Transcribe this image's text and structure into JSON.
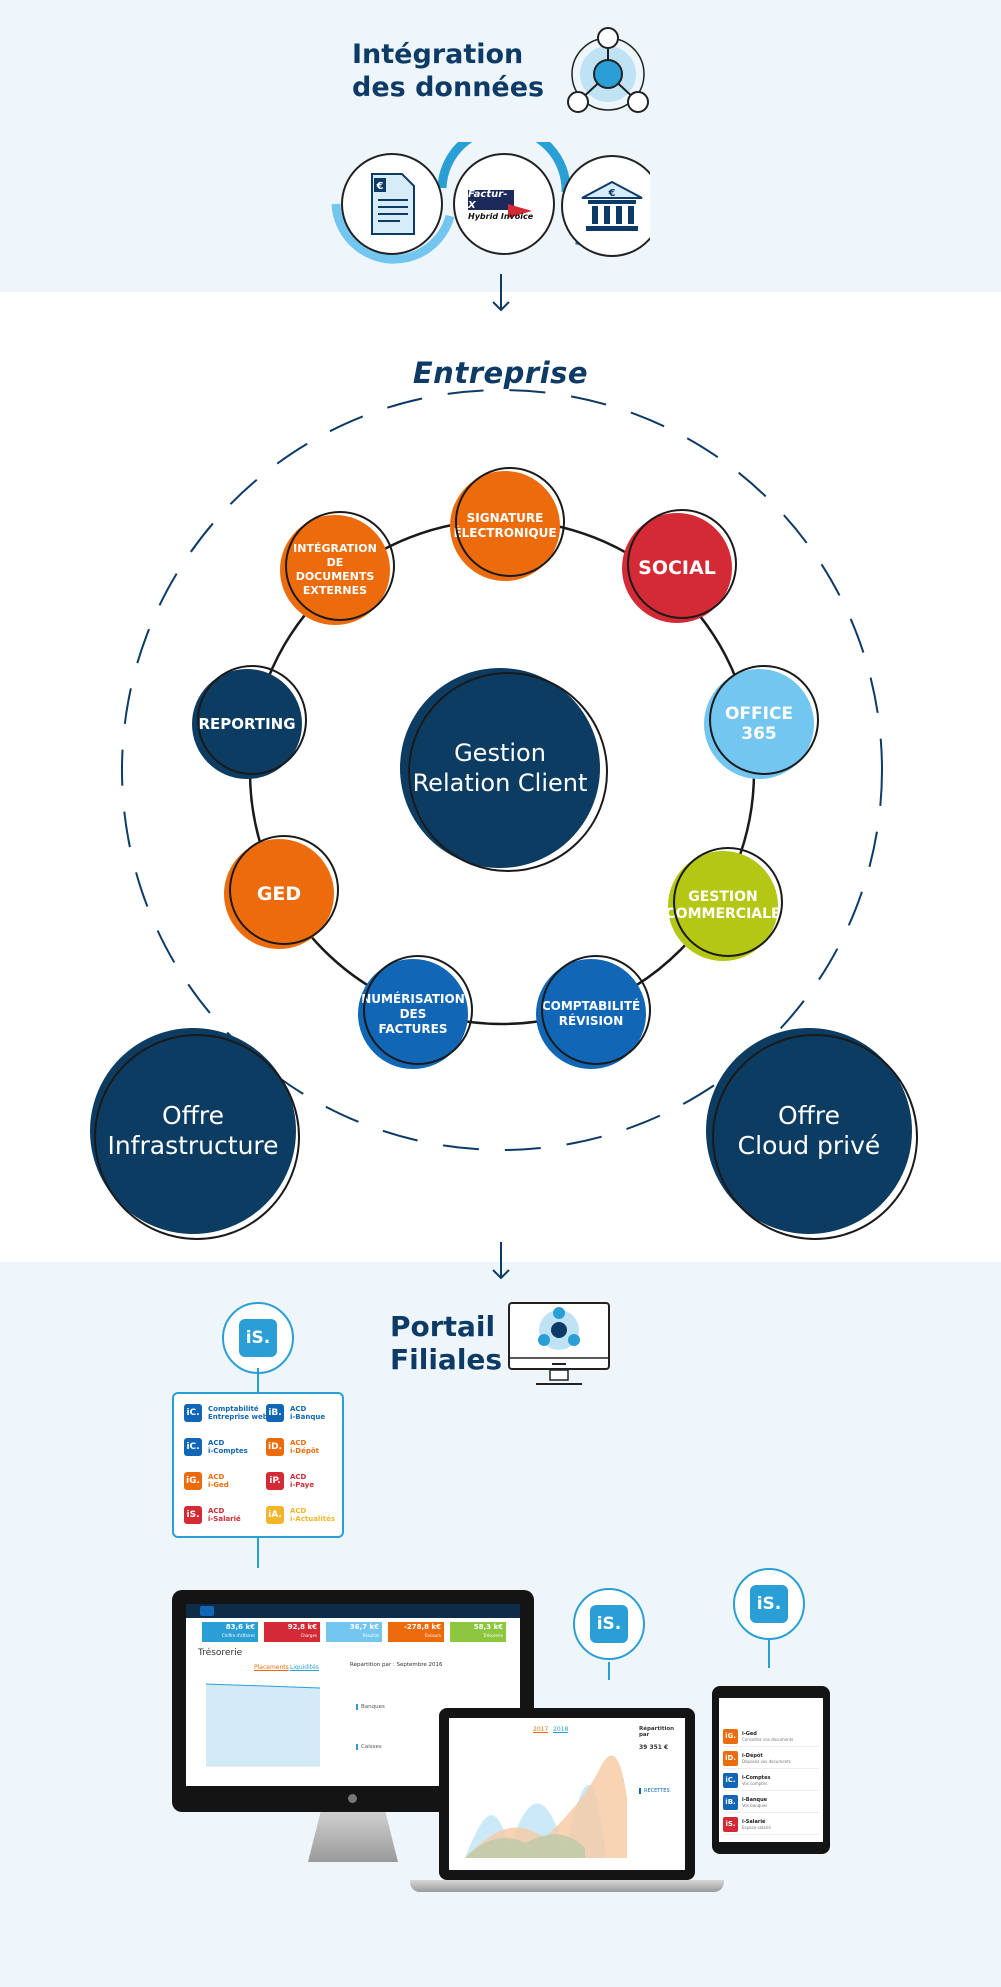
{
  "colors": {
    "navy": "#0d3b66",
    "lightbg": "#eef6fb",
    "orange": "#ec6c0d",
    "red": "#d32a35",
    "sky": "#73c6ef",
    "lime": "#b3c714",
    "blue": "#1166b5",
    "darknavy": "#0c3c62"
  },
  "top": {
    "title_line1": "Intégration",
    "title_line2": "des données",
    "facturx_brand": "Factur-X",
    "facturx_sub": "Hybrid Invoice",
    "euro": "€"
  },
  "middle": {
    "title": "Entreprise",
    "center_line1": "Gestion",
    "center_line2": "Relation Client",
    "nodes": [
      {
        "line1": "SIGNATURE",
        "line2": "ÉLECTRONIQUE",
        "line3": ""
      },
      {
        "line1": "SOCIAL",
        "line2": "",
        "line3": ""
      },
      {
        "line1": "OFFICE",
        "line2": "365",
        "line3": ""
      },
      {
        "line1": "GESTION",
        "line2": "COMMERCIALE",
        "line3": ""
      },
      {
        "line1": "COMPTABILITÉ",
        "line2": "RÉVISION",
        "line3": ""
      },
      {
        "line1": "NUMÉRISATION",
        "line2": "DES FACTURES",
        "line3": ""
      },
      {
        "line1": "GED",
        "line2": "",
        "line3": ""
      },
      {
        "line1": "REPORTING",
        "line2": "",
        "line3": ""
      },
      {
        "line1": "INTÉGRATION",
        "line2": "DE DOCUMENTS",
        "line3": "EXTERNES"
      }
    ],
    "offer_left_line1": "Offre",
    "offer_left_line2": "Infrastructure",
    "offer_right_line1": "Offre",
    "offer_right_line2": "Cloud privé"
  },
  "bottom": {
    "title_line1": "Portail",
    "title_line2": "Filiales",
    "is_logo": "iS.",
    "apps": [
      {
        "icon": "iC.",
        "line1": "Comptabilité",
        "line2": "Entreprise web",
        "color": "#1166b5",
        "text_color": "#1166b5"
      },
      {
        "icon": "iB.",
        "line1": "ACD",
        "line2": "i-Banque",
        "color": "#1166b5",
        "text_color": "#1166b5"
      },
      {
        "icon": "iC.",
        "line1": "ACD",
        "line2": "i-Comptes",
        "color": "#1166b5",
        "text_color": "#1166b5"
      },
      {
        "icon": "iD.",
        "line1": "ACD",
        "line2": "i-Dépôt",
        "color": "#ec6c0d",
        "text_color": "#ec6c0d"
      },
      {
        "icon": "iG.",
        "line1": "ACD",
        "line2": "i-Ged",
        "color": "#ec6c0d",
        "text_color": "#ec6c0d"
      },
      {
        "icon": "iP.",
        "line1": "ACD",
        "line2": "i-Paye",
        "color": "#d32a35",
        "text_color": "#d32a35"
      },
      {
        "icon": "iS.",
        "line1": "ACD",
        "line2": "i-Salarié",
        "color": "#d32a35",
        "text_color": "#d32a35"
      },
      {
        "icon": "iA.",
        "line1": "ACD",
        "line2": "i-Actualités",
        "color": "#f2b52b",
        "text_color": "#f2b52b"
      }
    ],
    "monitor": {
      "kpis": [
        {
          "value": "83,6 k€",
          "label": "Chiffre d'affaires",
          "color": "#2a9fd6"
        },
        {
          "value": "92,8 k€",
          "label": "Charges",
          "color": "#d32a35"
        },
        {
          "value": "36,7 k€",
          "label": "Résultat",
          "color": "#73c6ef"
        },
        {
          "value": "-278,8 k€",
          "label": "Encours",
          "color": "#ec6c0d"
        },
        {
          "value": "58,3 k€",
          "label": "Trésorerie",
          "color": "#8dc63f"
        }
      ],
      "section_title": "Trésorerie",
      "tab1": "Placements",
      "tab2": "Liquidités",
      "repartition": "Répartition par : Septembre 2016",
      "banques": "Banques",
      "caisses": "Caisses"
    },
    "laptop": {
      "year1": "2017",
      "year2": "2018",
      "repartition": "Répartition par",
      "total": "39 351 €",
      "legend": "RECETTES"
    },
    "tablet": {
      "rows": [
        {
          "icon": "iG.",
          "name": "i-Ged",
          "desc": "Consultez vos documents",
          "color": "#ec6c0d"
        },
        {
          "icon": "iD.",
          "name": "i-Dépôt",
          "desc": "Déposez vos documents",
          "color": "#ec6c0d"
        },
        {
          "icon": "iC.",
          "name": "i-Comptes",
          "desc": "Vos comptes",
          "color": "#1166b5"
        },
        {
          "icon": "iB.",
          "name": "i-Banque",
          "desc": "Vos banques",
          "color": "#1166b5"
        },
        {
          "icon": "iS.",
          "name": "i-Salarié",
          "desc": "Espace salarié",
          "color": "#d32a35"
        }
      ]
    }
  }
}
